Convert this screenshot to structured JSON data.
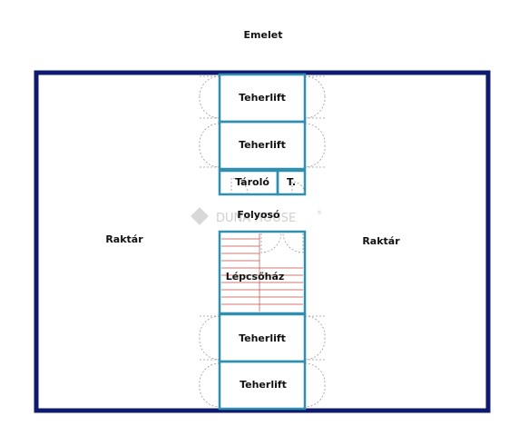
{
  "title": "Emelet",
  "rooms": {
    "left_storage": "Raktár",
    "right_storage": "Raktár",
    "corridor": "Folyosó",
    "stairwell": "Lépcsőház",
    "storage_small": "Tároló",
    "toilet_short": "T.",
    "lift_1": "Teherlift",
    "lift_2": "Teherlift",
    "lift_3": "Teherlift",
    "lift_4": "Teherlift"
  },
  "watermark": {
    "brand": "DUNA HOUSE",
    "registered": "®"
  },
  "colors": {
    "outer_wall": "#0d1a6e",
    "inner_wall": "#2f8fb0",
    "stairs": "#c44a4a",
    "door_arc": "#999999"
  }
}
